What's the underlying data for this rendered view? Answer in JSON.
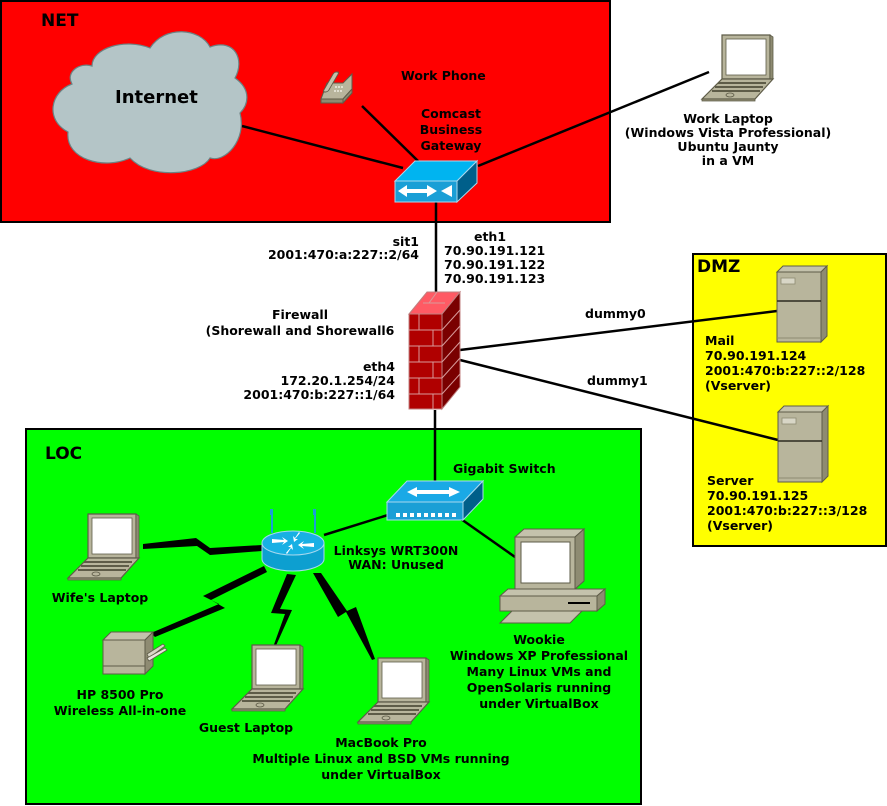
{
  "zones": {
    "net": {
      "title": "NET",
      "color": "#ff0000"
    },
    "dmz": {
      "title": "DMZ",
      "color": "#ffff00"
    },
    "loc": {
      "title": "LOC",
      "color": "#00ff00"
    }
  },
  "nodes": {
    "internet": {
      "label": "Internet"
    },
    "work_phone": {
      "label": "Work Phone"
    },
    "gateway": {
      "lines": [
        "Comcast",
        "Business",
        "Gateway"
      ]
    },
    "work_laptop": {
      "lines": [
        "Work Laptop",
        "(Windows Vista Professional)",
        "Ubuntu Jaunty",
        "in a VM"
      ]
    },
    "firewall": {
      "lines": [
        "Firewall",
        "(Shorewall and Shorewall6"
      ]
    },
    "sit1": {
      "lines": [
        "sit1",
        "2001:470:a:227::2/64"
      ]
    },
    "eth1": {
      "lines": [
        "eth1",
        "70.90.191.121",
        "70.90.191.122",
        "70.90.191.123"
      ]
    },
    "eth4": {
      "lines": [
        "eth4",
        "172.20.1.254/24",
        "2001:470:b:227::1/64"
      ]
    },
    "dummy0": {
      "label": "dummy0"
    },
    "dummy1": {
      "label": "dummy1"
    },
    "mail": {
      "lines": [
        "Mail",
        "70.90.191.124",
        "2001:470:b:227::2/128",
        "(Vserver)"
      ]
    },
    "server": {
      "lines": [
        "Server",
        "70.90.191.125",
        "2001:470:b:227::3/128",
        "(Vserver)"
      ]
    },
    "gigabit_switch": {
      "label": "Gigabit Switch"
    },
    "router": {
      "lines": [
        "Linksys WRT300N",
        "WAN: Unused"
      ]
    },
    "wifes_laptop": {
      "label": "Wife's Laptop"
    },
    "printer": {
      "lines": [
        "HP 8500 Pro",
        "Wireless All-in-one"
      ]
    },
    "guest_laptop": {
      "label": "Guest Laptop"
    },
    "macbook": {
      "lines": [
        "MacBook Pro",
        "Multiple Linux and BSD VMs running",
        "under VirtualBox"
      ]
    },
    "wookie": {
      "lines": [
        "Wookie",
        "Windows XP Professional",
        "Many Linux VMs and",
        "OpenSolaris running",
        "under VirtualBox"
      ]
    }
  }
}
